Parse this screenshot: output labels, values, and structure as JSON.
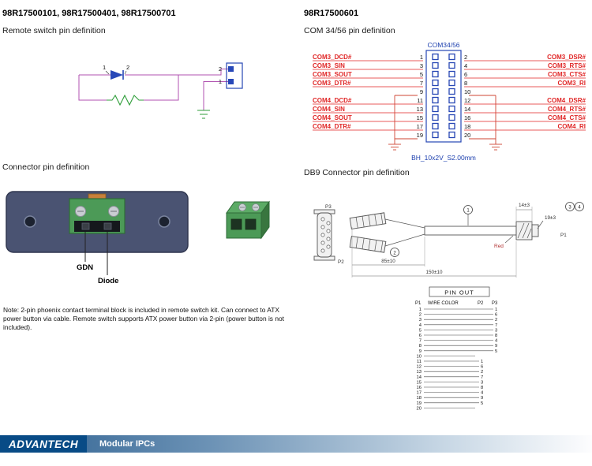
{
  "sections": {
    "remote_switch": {
      "title": "98R17500101, 98R17500401, 98R17500701",
      "subtitle": "Remote switch pin definition",
      "diode_label_1": "1",
      "diode_label_2": "2",
      "connector_pin_top": "2",
      "connector_pin_bottom": "1"
    },
    "com_pins": {
      "title": "98R17500601",
      "subtitle": "COM 34/56 pin definition",
      "connector_name": "COM34/56",
      "part_label": "BH_10x2V_S2.00mm",
      "rows": [
        {
          "left": "COM3_DCD#",
          "lpin": "1",
          "rpin": "2",
          "right": "COM3_DSR#"
        },
        {
          "left": "COM3_SIN",
          "lpin": "3",
          "rpin": "4",
          "right": "COM3_RTS#"
        },
        {
          "left": "COM3_SOUT",
          "lpin": "5",
          "rpin": "6",
          "right": "COM3_CTS#"
        },
        {
          "left": "COM3_DTR#",
          "lpin": "7",
          "rpin": "8",
          "right": "COM3_RI"
        },
        {
          "left": "",
          "lpin": "9",
          "rpin": "10",
          "right": ""
        },
        {
          "left": "COM4_DCD#",
          "lpin": "11",
          "rpin": "12",
          "right": "COM4_DSR#"
        },
        {
          "left": "COM4_SIN",
          "lpin": "13",
          "rpin": "14",
          "right": "COM4_RTS#"
        },
        {
          "left": "COM4_SOUT",
          "lpin": "15",
          "rpin": "16",
          "right": "COM4_CTS#"
        },
        {
          "left": "COM4_DTR#",
          "lpin": "17",
          "rpin": "18",
          "right": "COM4_RI"
        },
        {
          "left": "",
          "lpin": "19",
          "rpin": "20",
          "right": ""
        }
      ]
    },
    "connector": {
      "title": "Connector pin definition",
      "pin_labels": {
        "gdn": "GDN",
        "diode": "Diode"
      },
      "note": "Note: 2-pin phoenix contact terminal block is included in remote switch kit. Can connect to ATX power button via cable.  Remote switch supports ATX power button via 2-pin (power button is not included)."
    },
    "db9": {
      "title": "DB9 Connector pin definition",
      "drawing": {
        "p1": "P1",
        "p2": "P2",
        "p3": "P3",
        "wire_label": "Red",
        "dim_total": "150±10",
        "dim_branch": "85±10",
        "dim_conn_w": "14±3",
        "dim_conn_h": "19±3",
        "marker_1": "1",
        "marker_2": "2",
        "marker_3": "3",
        "marker_4": "4"
      },
      "pinout": {
        "title": "PIN OUT",
        "columns": [
          "P1",
          "WIRE COLOR",
          "P2",
          "P3"
        ],
        "rows": [
          {
            "p1": "1",
            "p2": "",
            "p3": "1"
          },
          {
            "p1": "2",
            "p2": "",
            "p3": "6"
          },
          {
            "p1": "3",
            "p2": "",
            "p3": "2"
          },
          {
            "p1": "4",
            "p2": "",
            "p3": "7"
          },
          {
            "p1": "5",
            "p2": "",
            "p3": "3"
          },
          {
            "p1": "6",
            "p2": "",
            "p3": "8"
          },
          {
            "p1": "7",
            "p2": "",
            "p3": "4"
          },
          {
            "p1": "8",
            "p2": "",
            "p3": "9"
          },
          {
            "p1": "9",
            "p2": "",
            "p3": "5"
          },
          {
            "p1": "10",
            "p2": "",
            "p3": ""
          },
          {
            "p1": "11",
            "p2": "1",
            "p3": ""
          },
          {
            "p1": "12",
            "p2": "6",
            "p3": ""
          },
          {
            "p1": "13",
            "p2": "2",
            "p3": ""
          },
          {
            "p1": "14",
            "p2": "7",
            "p3": ""
          },
          {
            "p1": "15",
            "p2": "3",
            "p3": ""
          },
          {
            "p1": "16",
            "p2": "8",
            "p3": ""
          },
          {
            "p1": "17",
            "p2": "4",
            "p3": ""
          },
          {
            "p1": "18",
            "p2": "9",
            "p3": ""
          },
          {
            "p1": "19",
            "p2": "5",
            "p3": ""
          },
          {
            "p1": "20",
            "p2": "",
            "p3": ""
          }
        ]
      }
    }
  },
  "footer": {
    "brand": "ADVANTECH",
    "product_line": "Modular IPCs"
  }
}
